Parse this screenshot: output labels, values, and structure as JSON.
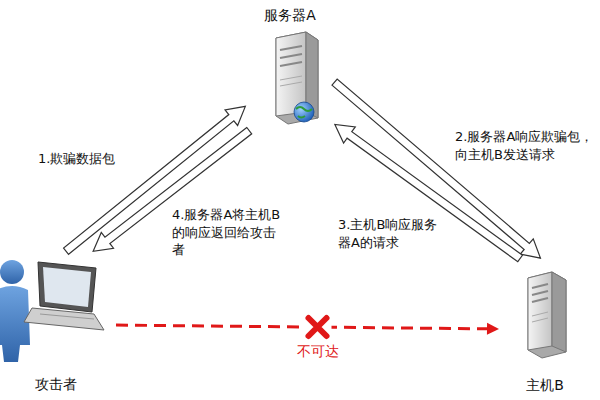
{
  "diagram": {
    "nodes": [
      {
        "text": [
          "服务器A"
        ]
      },
      {
        "text": [
          "攻击者"
        ]
      },
      {
        "text": [
          "主机B"
        ]
      }
    ],
    "edges": [
      {
        "from": 1,
        "to": 0,
        "arrow": "to",
        "label": "1.欺骗数据包"
      },
      {
        "from": 0,
        "to": 2,
        "arrow": "to",
        "label": "2.服务器A响应欺骗包，向主机B发送请求"
      },
      {
        "from": 2,
        "to": 0,
        "arrow": "to",
        "label": "3.主机B响应服务器A的请求"
      },
      {
        "from": 0,
        "to": 1,
        "arrow": "to",
        "label": "4.服务器A将主机B的响应返回给攻击者"
      },
      {
        "from": 1,
        "to": 2,
        "arrow": "to",
        "label": "不可达"
      }
    ]
  }
}
